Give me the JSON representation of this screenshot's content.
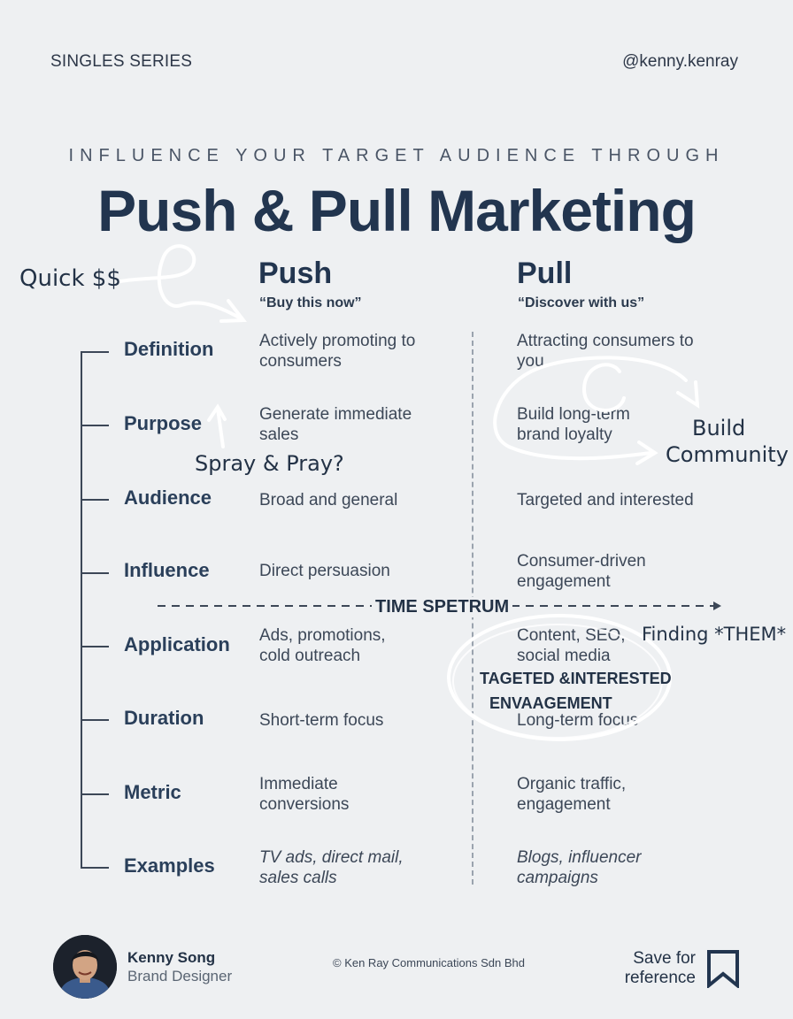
{
  "header": {
    "series": "SINGLES SERIES",
    "handle": "@kenny.kenray"
  },
  "title": {
    "kicker": "INFLUENCE YOUR TARGET AUDIENCE THROUGH",
    "headline": "Push & Pull Marketing"
  },
  "columns": {
    "push": {
      "title": "Push",
      "subtitle": "“Buy this now”"
    },
    "pull": {
      "title": "Pull",
      "subtitle": "“Discover with us”"
    }
  },
  "rows": [
    {
      "label": "Definition",
      "push": "Actively promoting to consumers",
      "pull": "Attracting consumers to you"
    },
    {
      "label": "Purpose",
      "push": "Generate immediate sales",
      "pull": "Build long-term brand loyalty"
    },
    {
      "label": "Audience",
      "push": "Broad and general",
      "pull": "Targeted and interested"
    },
    {
      "label": "Influence",
      "push": "Direct persuasion",
      "pull": "Consumer-driven engagement"
    },
    {
      "label": "Application",
      "push": "Ads, promotions, cold outreach",
      "pull": "Content, SEO, social media"
    },
    {
      "label": "Duration",
      "push": "Short-term focus",
      "pull": "Long-term focus"
    },
    {
      "label": "Metric",
      "push": "Immediate conversions",
      "pull": "Organic traffic, engagement"
    },
    {
      "label": "Examples",
      "push": "TV ads, direct mail, sales calls",
      "pull": "Blogs, influencer campaigns"
    }
  ],
  "annotations": {
    "quick": "Quick $$",
    "spray": "Spray & Pray?",
    "build_line1": "Build",
    "build_line2": "Community",
    "finding": "Finding *THEM*",
    "time": "TIME SPETRUM",
    "targeted_line1": "TAGETED &INTERESTED",
    "targeted_line2": "ENVAAGEMENT"
  },
  "footer": {
    "name": "Kenny Song",
    "role": "Brand Designer",
    "copyright": "© Ken Ray Communications Sdn Bhd",
    "save_line1": "Save for",
    "save_line2": "reference",
    "bookmark_icon": "bookmark-icon"
  },
  "colors": {
    "background": "#eef0f2",
    "navy": "#22354f",
    "text": "#3c4757",
    "divider": "#9aa3ae"
  }
}
